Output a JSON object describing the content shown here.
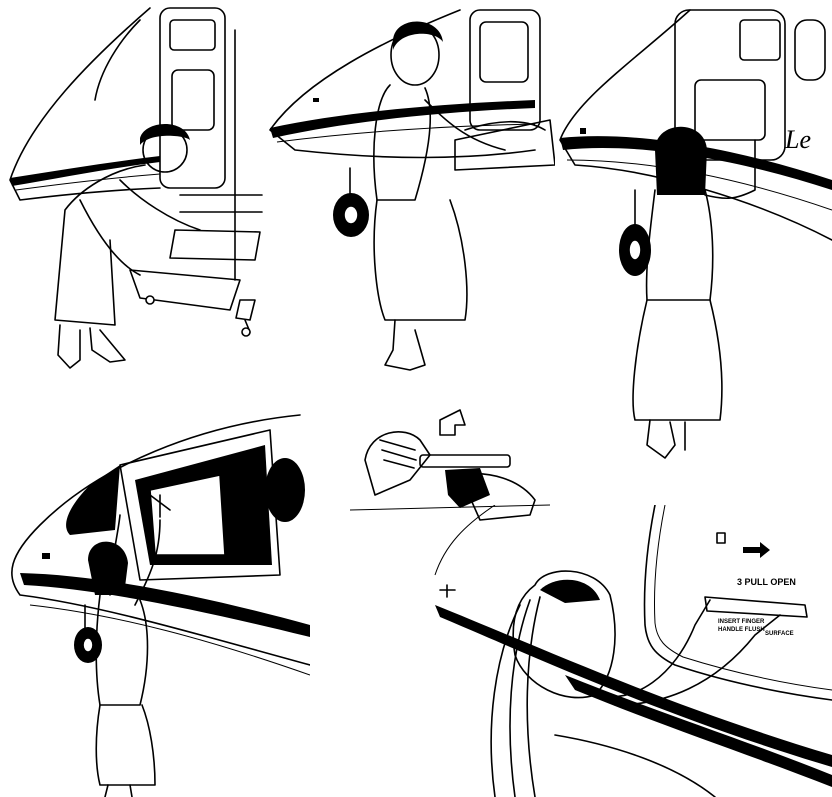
{
  "placard": {
    "step_label": "3 PULL OPEN",
    "line_a": "INSERT FINGER",
    "line_b": "HANDLE FLUSH",
    "line_c": "SURFACE"
  },
  "fuselage_script": "Le",
  "colors": {
    "ink": "#000000",
    "paper": "#ffffff"
  }
}
